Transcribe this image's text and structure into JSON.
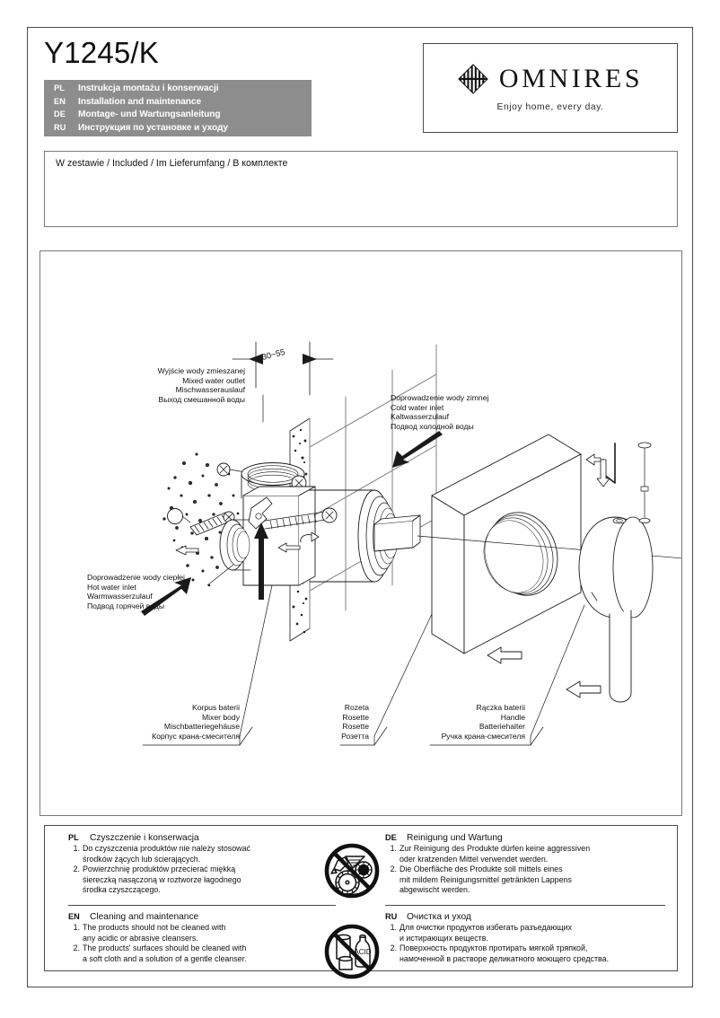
{
  "header": {
    "product_code": "Y1245/K",
    "languages": [
      {
        "code": "PL",
        "text": "Instrukcja montażu i konserwacji"
      },
      {
        "code": "EN",
        "text": "Installation and maintenance"
      },
      {
        "code": "DE",
        "text": "Montage- und Wartungsanleitung"
      },
      {
        "code": "RU",
        "text": "Инструкция по установке и уходу"
      }
    ],
    "band_color": "#8d8d8d",
    "logo": {
      "wordmark": "OMNIRES",
      "tagline": "Enjoy home, every day.",
      "mark": "diamond-stripes-mark"
    }
  },
  "included": {
    "title": "W zestawie / Included / Im Lieferumfang / В комплекте"
  },
  "diagram": {
    "dimension": "30~55",
    "labels": {
      "mixed_outlet": {
        "pl": "Wyjście wody zmieszanej",
        "en": "Mixed water outlet",
        "de": "Mischwasserauslauf",
        "ru": "Выход смешанной воды"
      },
      "cold_inlet": {
        "pl": "Doprowadzenie wody zimnej",
        "en": "Cold water inlet",
        "de": "Kaltwasserzulauf",
        "ru": "Подвод холодной воды"
      },
      "hot_inlet": {
        "pl": "Doprowadzenie wody ciepłej",
        "en": "Hot water inlet",
        "de": "Warmwasserzulauf",
        "ru": "Подвод горячей воды"
      },
      "mixer_body": {
        "pl": "Korpus baterii",
        "en": "Mixer body",
        "de": "Mischbatteriegehäuse",
        "ru": "Корпус крана-смесителя"
      },
      "rosette": {
        "pl": "Rozeta",
        "en": "Rosette",
        "de": "Rosette",
        "ru": "Розетта"
      },
      "handle": {
        "pl": "Rączka baterii",
        "en": "Handle",
        "de": "Batteriehalter",
        "ru": "Ручка крана-смесителя"
      }
    }
  },
  "care": {
    "blocks": [
      {
        "code": "PL",
        "title": "Czyszczenie i konserwacja",
        "items": [
          [
            "Do czyszczenia produktów nie należy stosować",
            "środków żących lub ścierających."
          ],
          [
            "Powierzchnię produktów przecierać miękką",
            "śiereczką nasączoną w roztworze łagodnego",
            "środka czyszczącego."
          ]
        ]
      },
      {
        "code": "EN",
        "title": "Cleaning and maintenance",
        "items": [
          [
            "The products should not be cleaned with",
            "any acidic or abrasive cleansers."
          ],
          [
            "The products' surfaces should be cleaned with",
            "a soft cloth and a solution of a gentle cleanser."
          ]
        ]
      },
      {
        "code": "DE",
        "title": "Reinigung und Wartung",
        "items": [
          [
            "Zur Reinigung des Produkte dürfen keine aggressiven",
            "oder kratzenden Mittel verwendet werden."
          ],
          [
            "Die Oberfläche des Produkte soll mittels eines",
            "mit mildem Reinigungsmittel getränkten Lappens",
            "abgewischt werden."
          ]
        ]
      },
      {
        "code": "RU",
        "title": "Очистка и уход",
        "items": [
          [
            "Для очистки продуктов избегать разъедающих",
            "и истирающих веществ."
          ],
          [
            "Поверхность продуктов протирать мягкой тряпкой,",
            "намоченной в растворе деликатного моющего средства."
          ]
        ]
      }
    ],
    "icons": {
      "abrasive": "no-abrasive-tools-icon",
      "acid": "no-acid-cleansers-icon",
      "acid_label": "ACID"
    }
  }
}
